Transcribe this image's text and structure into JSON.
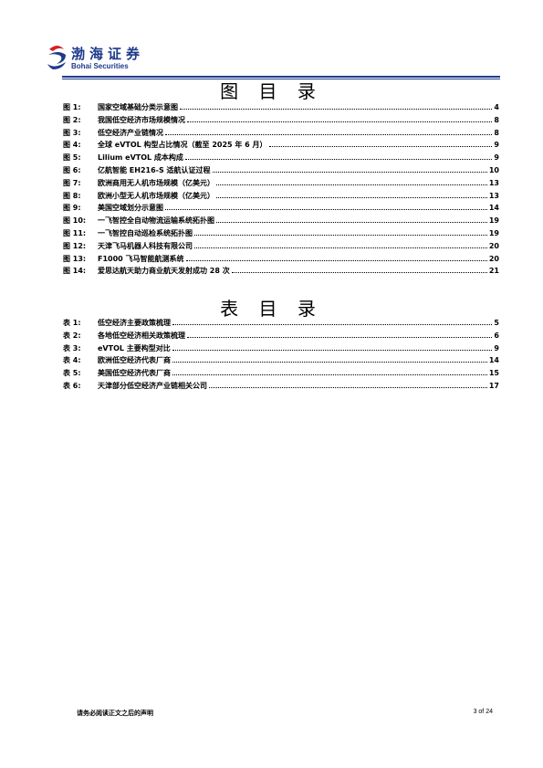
{
  "header": {
    "logo_cn": "渤海证券",
    "logo_en": "Bohai Securities"
  },
  "figure_toc": {
    "title": "图 目 录",
    "items": [
      {
        "label": "图 1:",
        "text": "国家空域基础分类示意图",
        "page": "4"
      },
      {
        "label": "图 2:",
        "text": "我国低空经济市场规模情况",
        "page": "8"
      },
      {
        "label": "图 3:",
        "text": "低空经济产业链情况",
        "page": "8"
      },
      {
        "label": "图 4:",
        "text": "全球 eVTOL 构型占比情况（截至 2025 年 6 月）",
        "page": "9"
      },
      {
        "label": "图 5:",
        "text": "Lilium eVTOL 成本构成",
        "page": "9"
      },
      {
        "label": "图 6:",
        "text": "亿航智能 EH216-S 适航认证过程",
        "page": "10"
      },
      {
        "label": "图 7:",
        "text": "欧洲商用无人机市场规模（亿美元）",
        "page": "13"
      },
      {
        "label": "图 8:",
        "text": "欧洲小型无人机市场规模（亿美元）",
        "page": "13"
      },
      {
        "label": "图 9:",
        "text": "美国空域划分示意图",
        "page": "14"
      },
      {
        "label": "图 10:",
        "text": "一飞智控全自动物流运输系统拓扑图",
        "page": "19"
      },
      {
        "label": "图 11:",
        "text": "一飞智控自动巡检系统拓扑图",
        "page": "19"
      },
      {
        "label": "图 12:",
        "text": "天津飞马机器人科技有限公司",
        "page": "20"
      },
      {
        "label": "图 13:",
        "text": "F1000 飞马智能航测系统",
        "page": "20"
      },
      {
        "label": "图 14:",
        "text": "爱思达航天助力商业航天发射成功 28 次",
        "page": "21"
      }
    ]
  },
  "table_toc": {
    "title": "表 目 录",
    "items": [
      {
        "label": "表 1:",
        "text": "低空经济主要政策梳理",
        "page": "5"
      },
      {
        "label": "表 2:",
        "text": "各地低空经济相关政策梳理",
        "page": "6"
      },
      {
        "label": "表 3:",
        "text": "eVTOL 主要构型对比",
        "page": "9"
      },
      {
        "label": "表 4:",
        "text": "欧洲低空经济代表厂商",
        "page": "14"
      },
      {
        "label": "表 5:",
        "text": "美国低空经济代表厂商",
        "page": "15"
      },
      {
        "label": "表 6:",
        "text": "天津部分低空经济产业链相关公司",
        "page": "17"
      }
    ]
  },
  "footer": {
    "disclaimer": "请务必阅读正文之后的声明",
    "page_number": "3 of 24"
  },
  "colors": {
    "brand_blue": "#1e3a8a",
    "brand_red": "#d42027"
  }
}
